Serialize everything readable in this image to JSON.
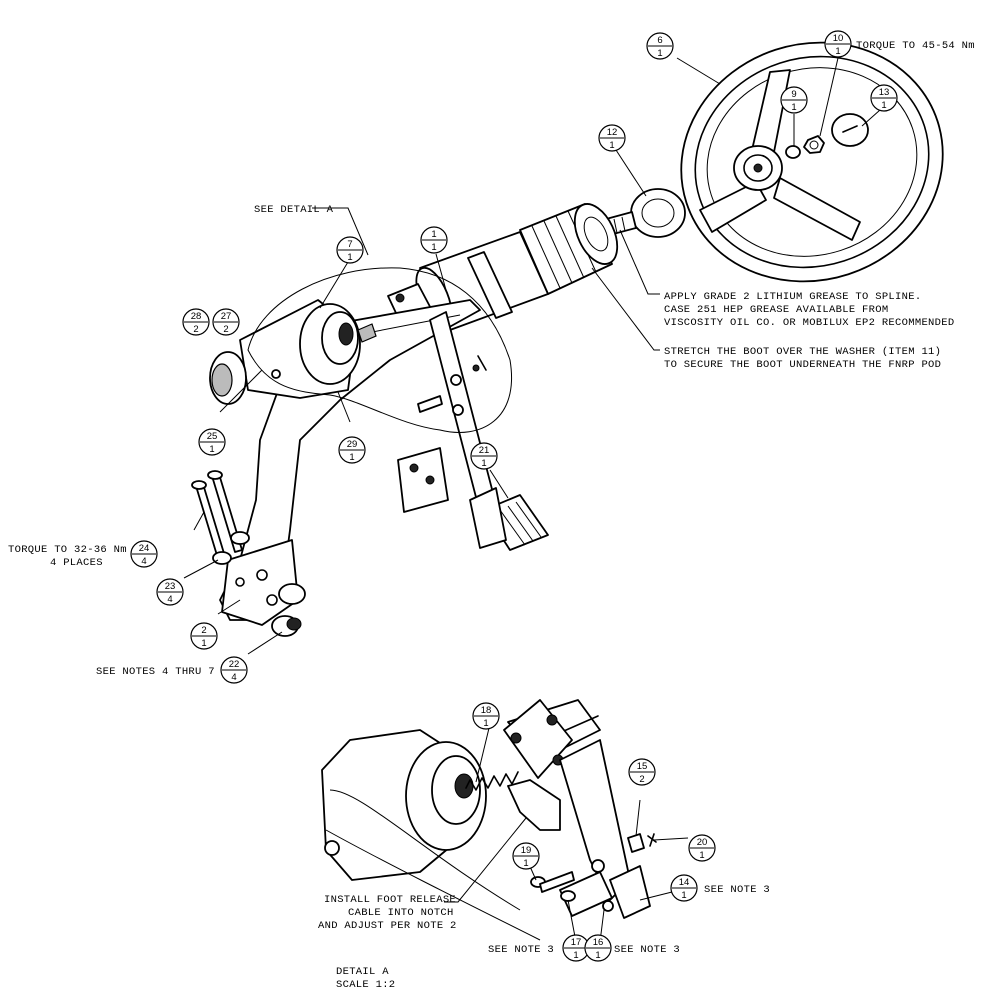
{
  "balloons": [
    {
      "id": "b6",
      "item": "6",
      "qty": "1"
    },
    {
      "id": "b10",
      "item": "10",
      "qty": "1"
    },
    {
      "id": "b9",
      "item": "9",
      "qty": "1"
    },
    {
      "id": "b13",
      "item": "13",
      "qty": "1"
    },
    {
      "id": "b12",
      "item": "12",
      "qty": "1"
    },
    {
      "id": "b1",
      "item": "1",
      "qty": "1"
    },
    {
      "id": "b7",
      "item": "7",
      "qty": "1"
    },
    {
      "id": "b28",
      "item": "28",
      "qty": "2"
    },
    {
      "id": "b27",
      "item": "27",
      "qty": "2"
    },
    {
      "id": "b25",
      "item": "25",
      "qty": "1"
    },
    {
      "id": "b29",
      "item": "29",
      "qty": "1"
    },
    {
      "id": "b21",
      "item": "21",
      "qty": "1"
    },
    {
      "id": "b24",
      "item": "24",
      "qty": "4"
    },
    {
      "id": "b23",
      "item": "23",
      "qty": "4"
    },
    {
      "id": "b2",
      "item": "2",
      "qty": "1"
    },
    {
      "id": "b22",
      "item": "22",
      "qty": "4"
    },
    {
      "id": "b18",
      "item": "18",
      "qty": "1"
    },
    {
      "id": "b15",
      "item": "15",
      "qty": "2"
    },
    {
      "id": "b19",
      "item": "19",
      "qty": "1"
    },
    {
      "id": "b20",
      "item": "20",
      "qty": "1"
    },
    {
      "id": "b14",
      "item": "14",
      "qty": "1"
    },
    {
      "id": "b17",
      "item": "17",
      "qty": "1"
    },
    {
      "id": "b16",
      "item": "16",
      "qty": "1"
    }
  ],
  "notes": {
    "torque_wheel": "TORQUE TO 45-54 Nm",
    "see_detail": "SEE DETAIL  A",
    "grease_1": "APPLY GRADE 2 LITHIUM GREASE TO SPLINE.",
    "grease_2": "CASE 251 HEP GREASE AVAILABLE FROM",
    "grease_3": "VISCOSITY OIL CO. OR MOBILUX EP2 RECOMMENDED",
    "boot_1": "STRETCH THE BOOT OVER THE WASHER (ITEM 11)",
    "boot_2": "TO SECURE THE BOOT UNDERNEATH THE FNRP POD",
    "torque_bolts_1": "TORQUE TO 32-36 Nm",
    "torque_bolts_2": "4 PLACES",
    "see_notes_4_7": "SEE NOTES 4 THRU 7",
    "cable_1": "INSTALL FOOT RELEASE",
    "cable_2": "CABLE INTO NOTCH",
    "cable_3": "AND ADJUST PER NOTE 2",
    "see_note3_a": "SEE NOTE 3",
    "see_note3_b": "SEE NOTE 3",
    "see_note3_c": "SEE NOTE 3",
    "detail_title": "DETAIL  A",
    "detail_scale": "SCALE  1:2"
  }
}
